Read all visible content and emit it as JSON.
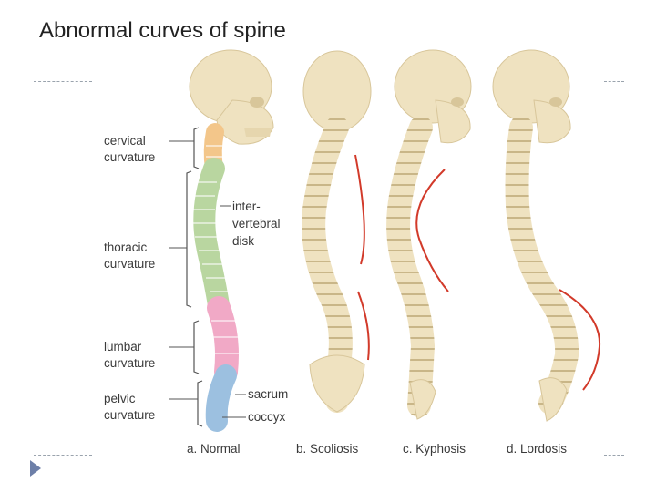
{
  "slide": {
    "title": "Abnormal curves of spine"
  },
  "figure": {
    "labels": {
      "cervical_1": "cervical",
      "cervical_2": "curvature",
      "thoracic_1": "thoracic",
      "thoracic_2": "curvature",
      "lumbar_1": "lumbar",
      "lumbar_2": "curvature",
      "pelvic_1": "pelvic",
      "pelvic_2": "curvature",
      "disk_1": "inter-",
      "disk_2": "vertebral",
      "disk_3": "disk",
      "sacrum": "sacrum",
      "coccyx": "coccyx"
    },
    "panels": {
      "a": "a. Normal",
      "b": "b. Scoliosis",
      "c": "c. Kyphosis",
      "d": "d. Lordosis"
    },
    "colors": {
      "bone": "#efe2c0",
      "bone_shadow": "#d8c69a",
      "cervical": "#f3c68a",
      "thoracic": "#b9d6a0",
      "lumbar": "#f1a9c6",
      "pelvic": "#9cc0e0",
      "curve_line": "#d23a2a",
      "bracket": "#555555"
    }
  }
}
